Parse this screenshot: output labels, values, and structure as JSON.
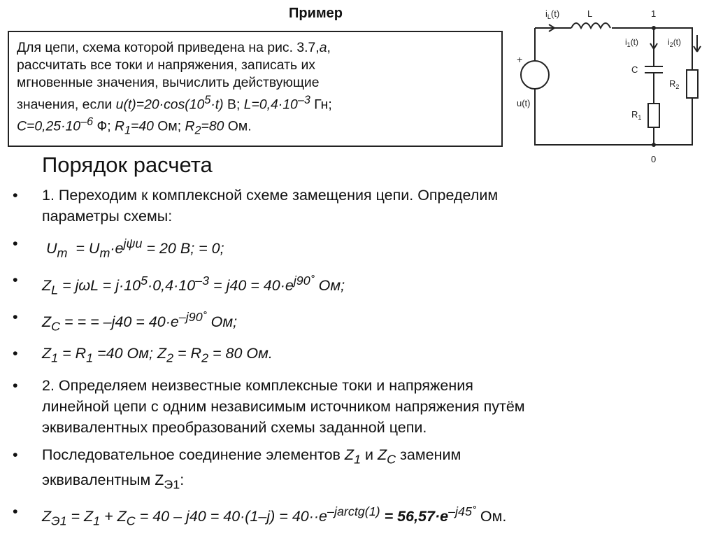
{
  "slide": {
    "title": "Пример",
    "task": {
      "l1": "Для цепи, схема которой приведена на рис. 3.7,",
      "l1_em": "а",
      "l1_end": ",",
      "l2": "рассчитать все токи и напряжения, записать их",
      "l3": "мгновенные значения, вычислить действующие",
      "l4_a": "значения, если ",
      "l4_u": "u(t)=20·cos(10",
      "l4_sup": "5",
      "l4_u2": "·t)",
      "l4_b": " В; ",
      "l4_L": "L=0,4·10",
      "l4_Lsup": "–3",
      "l4_c": " Гн;",
      "l5_C": "C=0,25·10",
      "l5_Csup": "–6",
      "l5_a": " Ф; ",
      "l5_R1": "R",
      "l5_R1sub": "1",
      "l5_R1v": "=40",
      "l5_b": " Ом; ",
      "l5_R2": "R",
      "l5_R2sub": "2",
      "l5_R2v": "=80",
      "l5_c": " Ом."
    },
    "heading": "Порядок расчета",
    "bullets": {
      "b1_l1": "1.  Переходим к комплексной схеме замещения цепи.  Определим",
      "b1_l2": "параметры схемы:",
      "b2_a": "U",
      "b2_sub": "m",
      "b2_b": " = U",
      "b2_sub2": "m",
      "b2_c": "·e",
      "b2_sup": "jψu",
      "b2_d": " = 20 В;         = 0;",
      "b3_a": "Z",
      "b3_sub": "L",
      "b3_b": " = jωL = j·10",
      "b3_sup1": "5",
      "b3_c": "·0,4·10",
      "b3_sup2": "–3",
      "b3_d": " = j40 = 40·e",
      "b3_sup3": "j90˚",
      "b3_e": "  Ом;",
      "b4_a": "Z",
      "b4_sub": "C",
      "b4_b": " =  =  = –j40 = 40·e",
      "b4_sup": "–j90˚",
      "b4_c": "  Ом;",
      "b5_a": "Z",
      "b5_sub1": "1",
      "b5_b": " = R",
      "b5_sub2": "1",
      "b5_c": " =40  Ом;        Z",
      "b5_sub3": "2",
      "b5_d": " = R",
      "b5_sub4": "2",
      "b5_e": " = 80  Ом.",
      "b6_l1": "2. Определяем неизвестные комплексные токи и напряжения",
      "b6_l2": "линейной цепи с одним независимым источником напряжения путём",
      "b6_l3": "эквивалентных преобразований схемы заданной цепи.",
      "b7_a": "Последовательное соединение элементов ",
      "b7_Z1": "Z",
      "b7_Z1sub": "1",
      "b7_b": "  и  ",
      "b7_ZC": "Z",
      "b7_ZCsub": "C",
      "b7_c": " заменим",
      "b7_l2a": "эквивалентным Z",
      "b7_l2sub": "Э1",
      "b7_l2b": ":",
      "b8_a": "Z",
      "b8_sub1": "Э1",
      "b8_b": " = Z",
      "b8_sub2": "1",
      "b8_c": " + Z",
      "b8_sub3": "C",
      "b8_d": " = 40 – j40 = 40·(1–j) = 40··e",
      "b8_sup1": "–jarctg(1)",
      "b8_e": " = 56,57·e",
      "b8_sup2": "–j45˚",
      "b8_f": " Ом."
    },
    "circuit": {
      "iL": "i",
      "iL_sub": "L",
      "iL_arg": "(t)",
      "L": "L",
      "node1": "1",
      "i1": "i",
      "i1_sub": "1",
      "i1_arg": "(t)",
      "i2": "i",
      "i2_sub": "2",
      "i2_arg": "(t)",
      "plus": "+",
      "u": "u(t)",
      "C": "C",
      "R2": "R",
      "R2_sub": "2",
      "R1": "R",
      "R1_sub": "1",
      "node0": "0"
    }
  },
  "colors": {
    "text": "#111111",
    "border": "#222222",
    "background": "#ffffff"
  }
}
